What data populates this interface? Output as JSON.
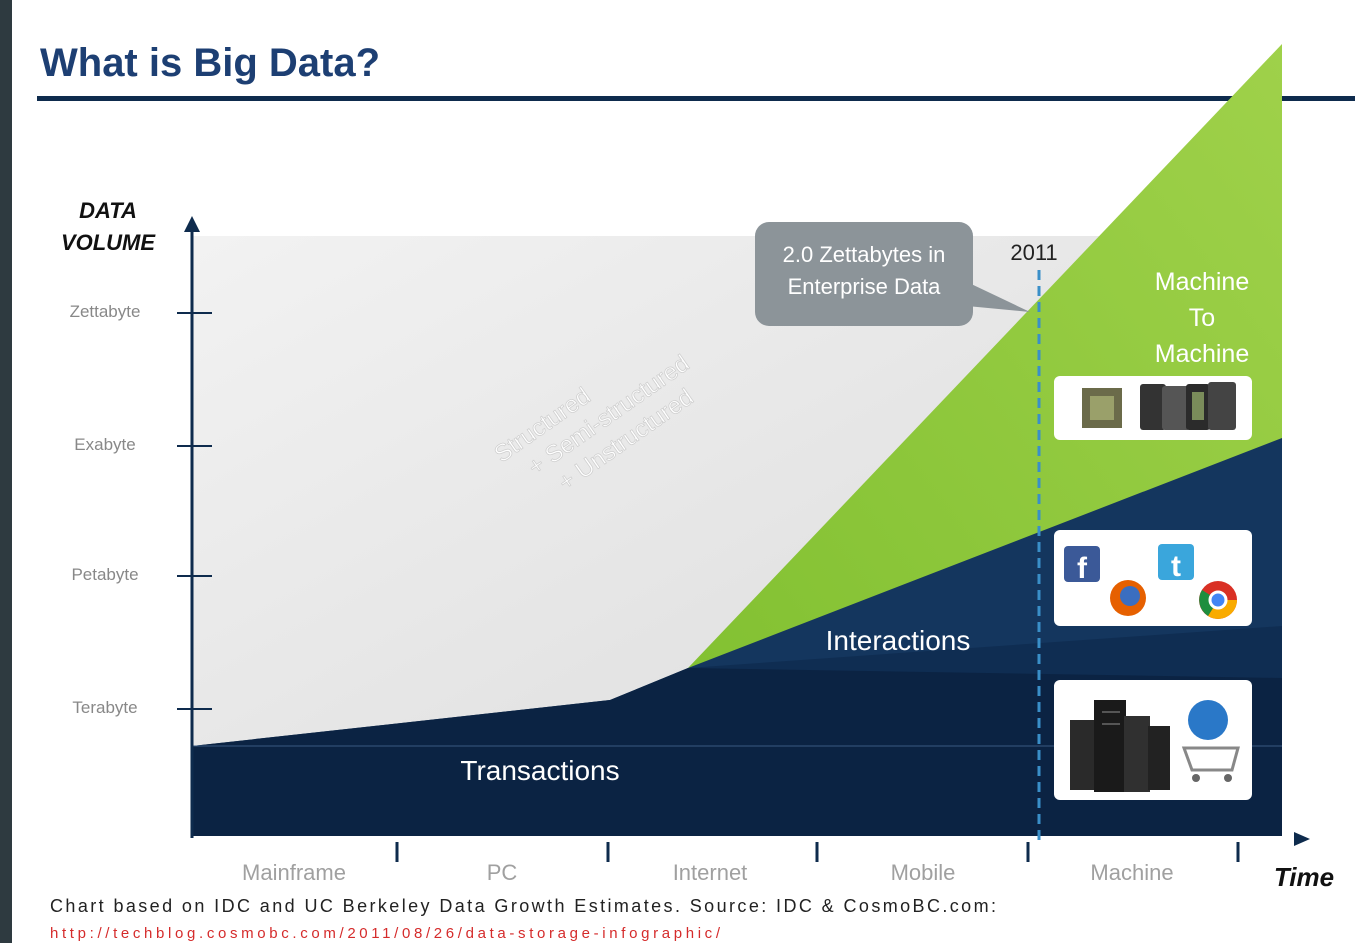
{
  "slide": {
    "title": "What is Big Data?",
    "axis_y_label_line1": "DATA",
    "axis_y_label_line2": "VOLUME",
    "axis_x_label": "Time",
    "y_ticks": [
      "Zettabyte",
      "Exabyte",
      "Petabyte",
      "Terabyte"
    ],
    "x_categories": [
      "Mainframe",
      "PC",
      "Internet",
      "Mobile",
      "Machine"
    ],
    "callout_line1": "2.0 Zettabytes in",
    "callout_line2": "Enterprise Data",
    "year_marker": "2011",
    "region_gray_line1": "Structured",
    "region_gray_line2": "+ Semi-structured",
    "region_gray_line3": "+ Unstructured",
    "region_green_line1": "Machine",
    "region_green_line2": "To",
    "region_green_line3": "Machine",
    "region_mid_label": "Interactions",
    "region_bottom_label": "Transactions",
    "source_text": "Chart based on IDC and UC Berkeley Data Growth Estimates. Source: IDC & CosmoBC.com:",
    "source_url": "http://techblog.cosmobc.com/2011/08/26/data-storage-infographic/"
  },
  "colors": {
    "navy": "#0e2b4d",
    "navy_band": "#14365e",
    "green": "#8dc63f",
    "gray_area": "#e6e6e6",
    "title": "#1d3f73",
    "callout": "#8c9499",
    "link": "#d52b2b"
  },
  "icons": [
    "chip-icon",
    "phone-icon",
    "facebook-icon",
    "firefox-icon",
    "twitter-icon",
    "chrome-icon",
    "server-icon",
    "shopping-cart-icon"
  ]
}
